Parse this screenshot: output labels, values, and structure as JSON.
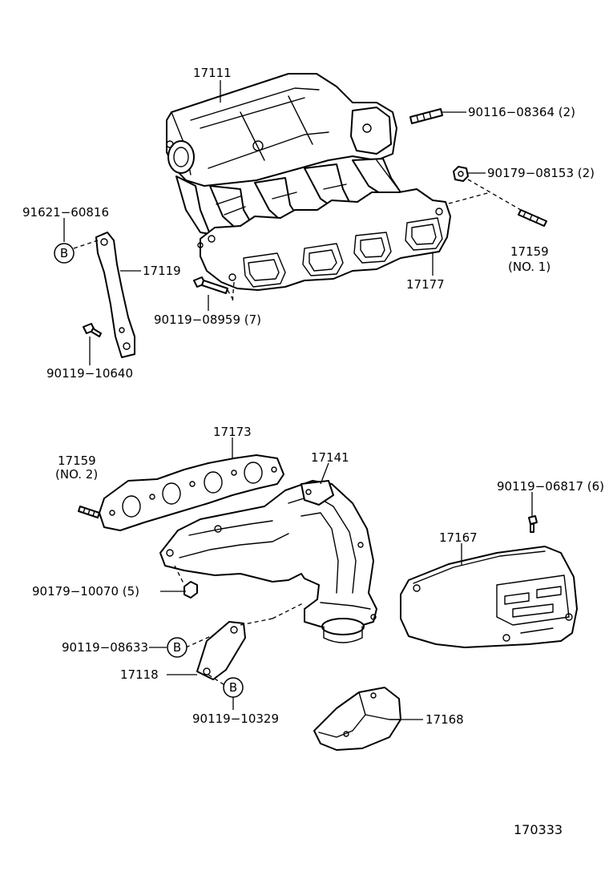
{
  "parts": {
    "p17111": "17111",
    "p90116_08364": "90116−08364 (2)",
    "p90179_08153": "90179−08153 (2)",
    "p91621_60816": "91621−60816",
    "p17119": "17119",
    "p17159_no1": "17159",
    "p17159_no1_sub": "(NO. 1)",
    "p17177": "17177",
    "p90119_08959": "90119−08959 (7)",
    "p90119_10640": "90119−10640",
    "p17173": "17173",
    "p17159_no2": "17159",
    "p17159_no2_sub": "(NO. 2)",
    "p17141": "17141",
    "p90119_06817": "90119−06817 (6)",
    "p17167": "17167",
    "p90179_10070": "90179−10070 (5)",
    "p90119_08633": "90119−08633",
    "p17118": "17118",
    "p90119_10329": "90119−10329",
    "p17168": "17168"
  },
  "callouts": {
    "b1": "B",
    "b2": "B",
    "b3": "B"
  },
  "diagram_ref": "170333"
}
